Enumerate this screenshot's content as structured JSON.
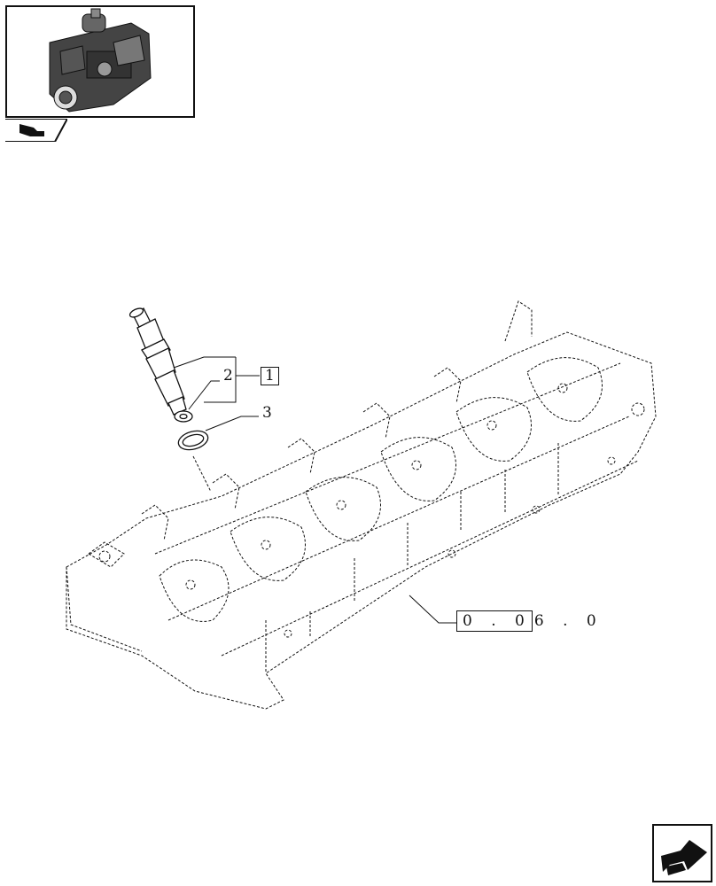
{
  "thumbnail": {
    "icon": "engine-thumbnail-icon"
  },
  "nav": {
    "prev_icon": "folder-arrow-icon",
    "next_icon": "next-page-arrow-icon"
  },
  "callouts": {
    "item1": "1",
    "item2": "2",
    "item3": "3"
  },
  "reference": {
    "boxed": "0 . 0",
    "rest": "6 . 0"
  },
  "colors": {
    "line": "#111111",
    "background": "#ffffff"
  }
}
